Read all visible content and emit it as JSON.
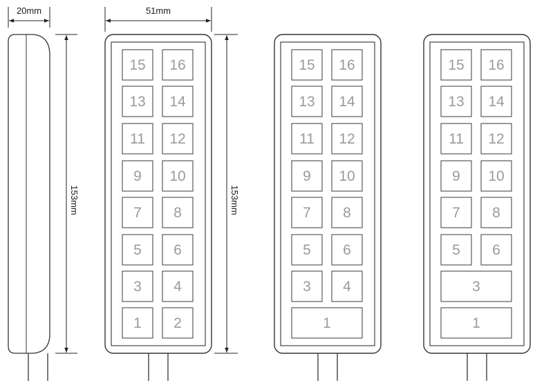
{
  "dimensions": {
    "side_width": "20mm",
    "front_width": "51mm",
    "height_side": "153mm",
    "height_front": "153mm"
  },
  "keypads": [
    {
      "rows": [
        [
          "15",
          "16"
        ],
        [
          "13",
          "14"
        ],
        [
          "11",
          "12"
        ],
        [
          "9",
          "10"
        ],
        [
          "7",
          "8"
        ],
        [
          "5",
          "6"
        ],
        [
          "3",
          "4"
        ],
        [
          "1",
          "2"
        ]
      ]
    },
    {
      "rows": [
        [
          "15",
          "16"
        ],
        [
          "13",
          "14"
        ],
        [
          "11",
          "12"
        ],
        [
          "9",
          "10"
        ],
        [
          "7",
          "8"
        ],
        [
          "5",
          "6"
        ],
        [
          "3",
          "4"
        ],
        [
          "1"
        ]
      ]
    },
    {
      "rows": [
        [
          "15",
          "16"
        ],
        [
          "13",
          "14"
        ],
        [
          "11",
          "12"
        ],
        [
          "9",
          "10"
        ],
        [
          "7",
          "8"
        ],
        [
          "5",
          "6"
        ],
        [
          "3"
        ],
        [
          "1"
        ]
      ]
    }
  ],
  "colors": {
    "outline": "#333333",
    "key_border": "#4a4a4a",
    "key_text": "#9a9a9a",
    "dimension_line": "#222222"
  }
}
